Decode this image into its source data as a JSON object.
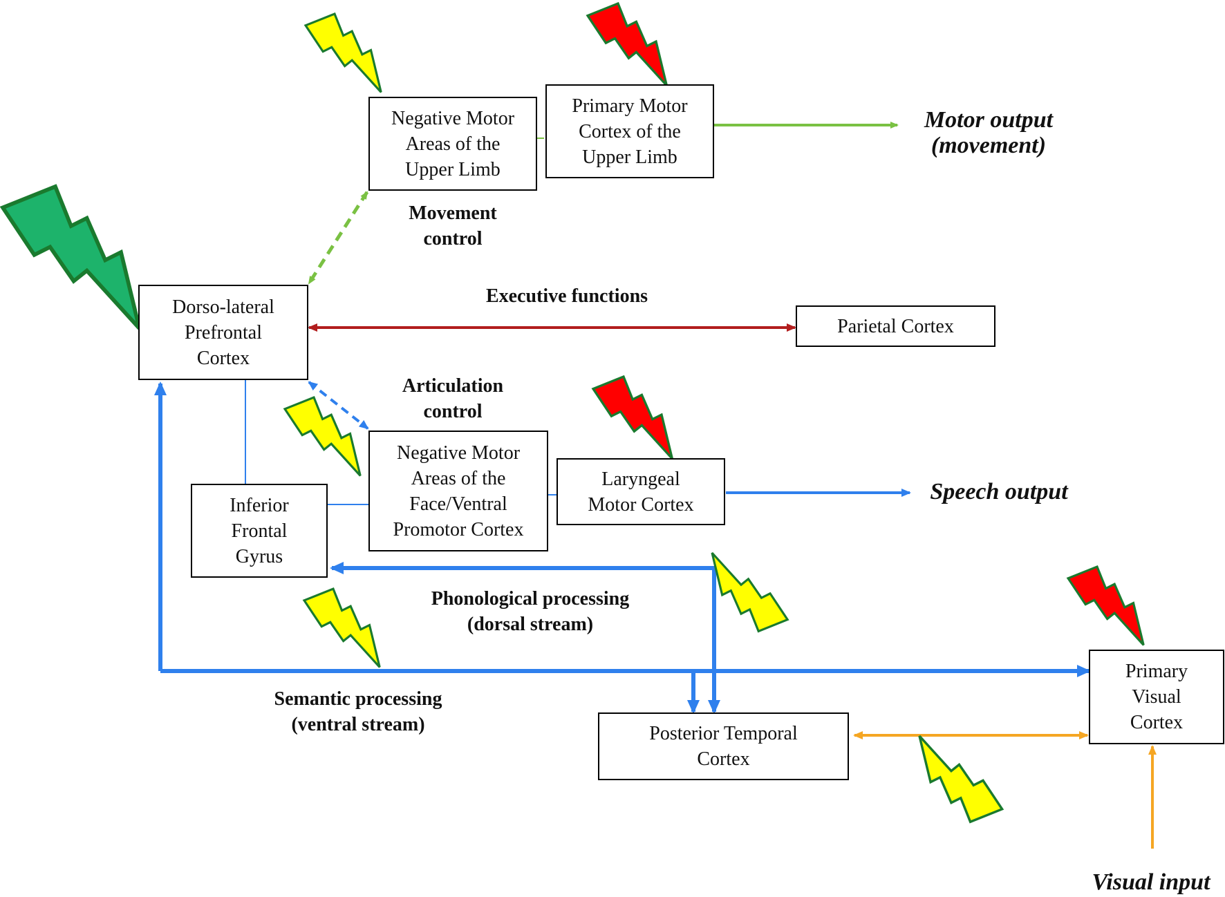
{
  "boxes": {
    "nma_upper_limb": "Negative Motor\nAreas of the\nUpper Limb",
    "primary_motor": "Primary Motor\nCortex of the\nUpper Limb",
    "dlpfc": "Dorso-lateral\nPrefrontal\nCortex",
    "parietal": "Parietal Cortex",
    "nma_face": "Negative Motor\nAreas of the\nFace/Ventral\nPromotor Cortex",
    "laryngeal": "Laryngeal\nMotor Cortex",
    "ifg": "Inferior\nFrontal\nGyrus",
    "posterior_temporal": "Posterior Temporal\nCortex",
    "primary_visual": "Primary\nVisual\nCortex"
  },
  "labels": {
    "movement_control": "Movement\ncontrol",
    "executive_functions": "Executive functions",
    "articulation_control": "Articulation\ncontrol",
    "phonological": "Phonological processing\n(dorsal stream)",
    "semantic": "Semantic processing\n(ventral stream)"
  },
  "outputs": {
    "motor_output": "Motor output\n(movement)",
    "speech_output": "Speech output",
    "visual_input": "Visual input"
  },
  "colors": {
    "green_link": "#7ac143",
    "executive_link": "#b21e1e",
    "blue_link": "#2f80ed",
    "visual_link": "#f5a623",
    "bolt_yellow": "#ffff00",
    "bolt_red": "#ff0000",
    "bolt_green": "#1db36b",
    "bolt_outline": "#1a7a2e"
  },
  "icons": [
    "lightning-bolt-icon"
  ]
}
